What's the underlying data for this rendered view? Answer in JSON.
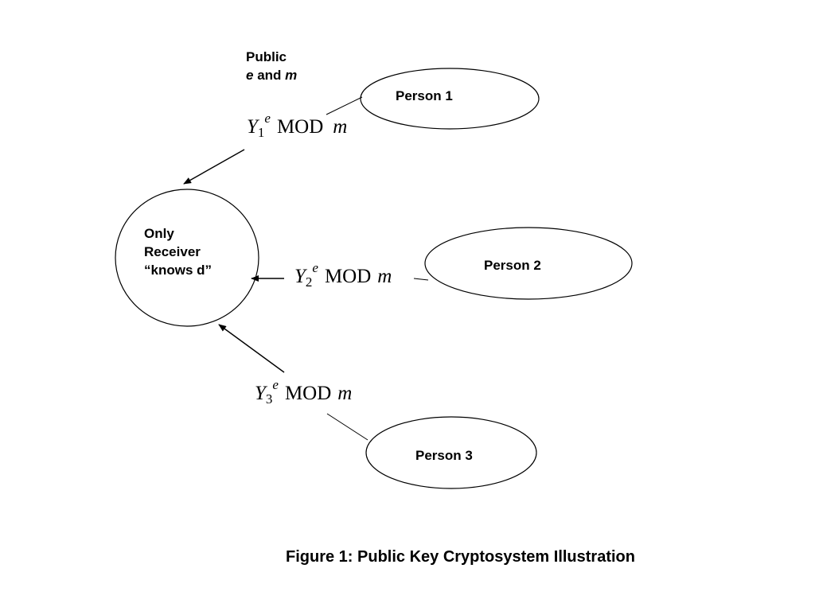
{
  "public_label": {
    "line1": "Public",
    "e": "e",
    "and": " and ",
    "m": "m"
  },
  "receiver": {
    "line1": "Only",
    "line2": "Receiver",
    "line3": "“knows d”"
  },
  "persons": [
    {
      "label": "Person 1"
    },
    {
      "label": "Person 2"
    },
    {
      "label": "Person 3"
    }
  ],
  "messages": [
    {
      "var": "Y",
      "sub": "1",
      "sup": "e",
      "op": "MOD",
      "mod": "m"
    },
    {
      "var": "Y",
      "sub": "2",
      "sup": "e",
      "op": "MOD",
      "mod": "m"
    },
    {
      "var": "Y",
      "sub": "3",
      "sup": "e",
      "op": "MOD",
      "mod": "m"
    }
  ],
  "caption": "Figure 1: Public Key Cryptosystem Illustration"
}
